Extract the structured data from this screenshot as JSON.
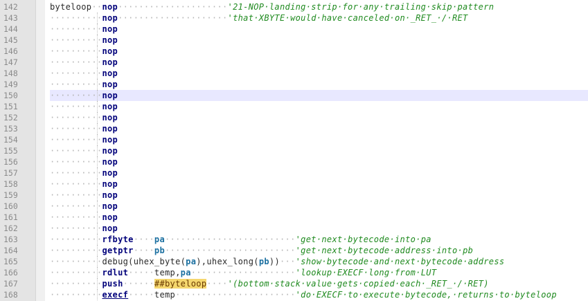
{
  "editor": {
    "current_line": "150",
    "lines": [
      {
        "num": "142",
        "parts": [
          [
            "plain",
            "byteloop"
          ],
          [
            "ws",
            "··"
          ],
          [
            "kw",
            "nop"
          ],
          [
            "ws",
            "·····················"
          ],
          [
            "cm",
            "'21-NOP·landing·strip·for·any·trailing·skip·pattern"
          ]
        ]
      },
      {
        "num": "143",
        "parts": [
          [
            "ws",
            "··········"
          ],
          [
            "kw",
            "nop"
          ],
          [
            "ws",
            "·····················"
          ],
          [
            "cm",
            "'that·XBYTE·would·have·canceled·on·_RET_·/·RET"
          ]
        ]
      },
      {
        "num": "144",
        "parts": [
          [
            "ws",
            "··········"
          ],
          [
            "kw",
            "nop"
          ]
        ]
      },
      {
        "num": "145",
        "parts": [
          [
            "ws",
            "··········"
          ],
          [
            "kw",
            "nop"
          ]
        ]
      },
      {
        "num": "146",
        "parts": [
          [
            "ws",
            "··········"
          ],
          [
            "kw",
            "nop"
          ]
        ]
      },
      {
        "num": "147",
        "parts": [
          [
            "ws",
            "··········"
          ],
          [
            "kw",
            "nop"
          ]
        ]
      },
      {
        "num": "148",
        "parts": [
          [
            "ws",
            "··········"
          ],
          [
            "kw",
            "nop"
          ]
        ]
      },
      {
        "num": "149",
        "parts": [
          [
            "ws",
            "··········"
          ],
          [
            "kw",
            "nop"
          ]
        ]
      },
      {
        "num": "150",
        "parts": [
          [
            "ws",
            "··········"
          ],
          [
            "kw",
            "nop"
          ]
        ]
      },
      {
        "num": "151",
        "parts": [
          [
            "ws",
            "··········"
          ],
          [
            "kw",
            "nop"
          ]
        ]
      },
      {
        "num": "152",
        "parts": [
          [
            "ws",
            "··········"
          ],
          [
            "kw",
            "nop"
          ]
        ]
      },
      {
        "num": "153",
        "parts": [
          [
            "ws",
            "··········"
          ],
          [
            "kw",
            "nop"
          ]
        ]
      },
      {
        "num": "154",
        "parts": [
          [
            "ws",
            "··········"
          ],
          [
            "kw",
            "nop"
          ]
        ]
      },
      {
        "num": "155",
        "parts": [
          [
            "ws",
            "··········"
          ],
          [
            "kw",
            "nop"
          ]
        ]
      },
      {
        "num": "156",
        "parts": [
          [
            "ws",
            "··········"
          ],
          [
            "kw",
            "nop"
          ]
        ]
      },
      {
        "num": "157",
        "parts": [
          [
            "ws",
            "··········"
          ],
          [
            "kw",
            "nop"
          ]
        ]
      },
      {
        "num": "158",
        "parts": [
          [
            "ws",
            "··········"
          ],
          [
            "kw",
            "nop"
          ]
        ]
      },
      {
        "num": "159",
        "parts": [
          [
            "ws",
            "··········"
          ],
          [
            "kw",
            "nop"
          ]
        ]
      },
      {
        "num": "160",
        "parts": [
          [
            "ws",
            "··········"
          ],
          [
            "kw",
            "nop"
          ]
        ]
      },
      {
        "num": "161",
        "parts": [
          [
            "ws",
            "··········"
          ],
          [
            "kw",
            "nop"
          ]
        ]
      },
      {
        "num": "162",
        "parts": [
          [
            "ws",
            "··········"
          ],
          [
            "kw",
            "nop"
          ]
        ]
      },
      {
        "num": "163",
        "parts": [
          [
            "ws",
            "··········"
          ],
          [
            "kw",
            "rfbyte"
          ],
          [
            "ws",
            "····"
          ],
          [
            "reg",
            "pa"
          ],
          [
            "ws",
            "·························"
          ],
          [
            "cm",
            "'get·next·bytecode·into·pa"
          ]
        ]
      },
      {
        "num": "164",
        "parts": [
          [
            "ws",
            "··········"
          ],
          [
            "kw",
            "getptr"
          ],
          [
            "ws",
            "····"
          ],
          [
            "reg",
            "pb"
          ],
          [
            "ws",
            "·························"
          ],
          [
            "cm",
            "'get·next·bytecode·address·into·pb"
          ]
        ]
      },
      {
        "num": "165",
        "parts": [
          [
            "ws",
            "··········"
          ],
          [
            "plain",
            "debug(uhex_byte("
          ],
          [
            "reg",
            "pa"
          ],
          [
            "plain",
            "),uhex_long("
          ],
          [
            "reg",
            "pb"
          ],
          [
            "plain",
            "))"
          ],
          [
            "ws",
            "···"
          ],
          [
            "cm",
            "'show·bytecode·and·next·bytecode·address"
          ]
        ]
      },
      {
        "num": "166",
        "parts": [
          [
            "ws",
            "··········"
          ],
          [
            "kw",
            "rdlut"
          ],
          [
            "ws",
            "·····"
          ],
          [
            "plain",
            "temp,"
          ],
          [
            "reg",
            "pa"
          ],
          [
            "ws",
            "····················"
          ],
          [
            "cm",
            "'lookup·EXECF·long·from·LUT"
          ]
        ]
      },
      {
        "num": "167",
        "parts": [
          [
            "ws",
            "··········"
          ],
          [
            "kw",
            "push"
          ],
          [
            "ws",
            "······"
          ],
          [
            "mark",
            "##byteloop"
          ],
          [
            "ws",
            "····"
          ],
          [
            "cm",
            "'(bottom·stack·value·gets·copied·each·_RET_·/·RET)"
          ]
        ]
      },
      {
        "num": "168",
        "parts": [
          [
            "ws",
            "··········"
          ],
          [
            "kwu",
            "execf"
          ],
          [
            "ws",
            "·····"
          ],
          [
            "plain",
            "temp"
          ],
          [
            "ws",
            "·······················"
          ],
          [
            "cm",
            "'do·EXECF·to·execute·bytecode,·returns·to·byteloop"
          ]
        ]
      }
    ]
  }
}
